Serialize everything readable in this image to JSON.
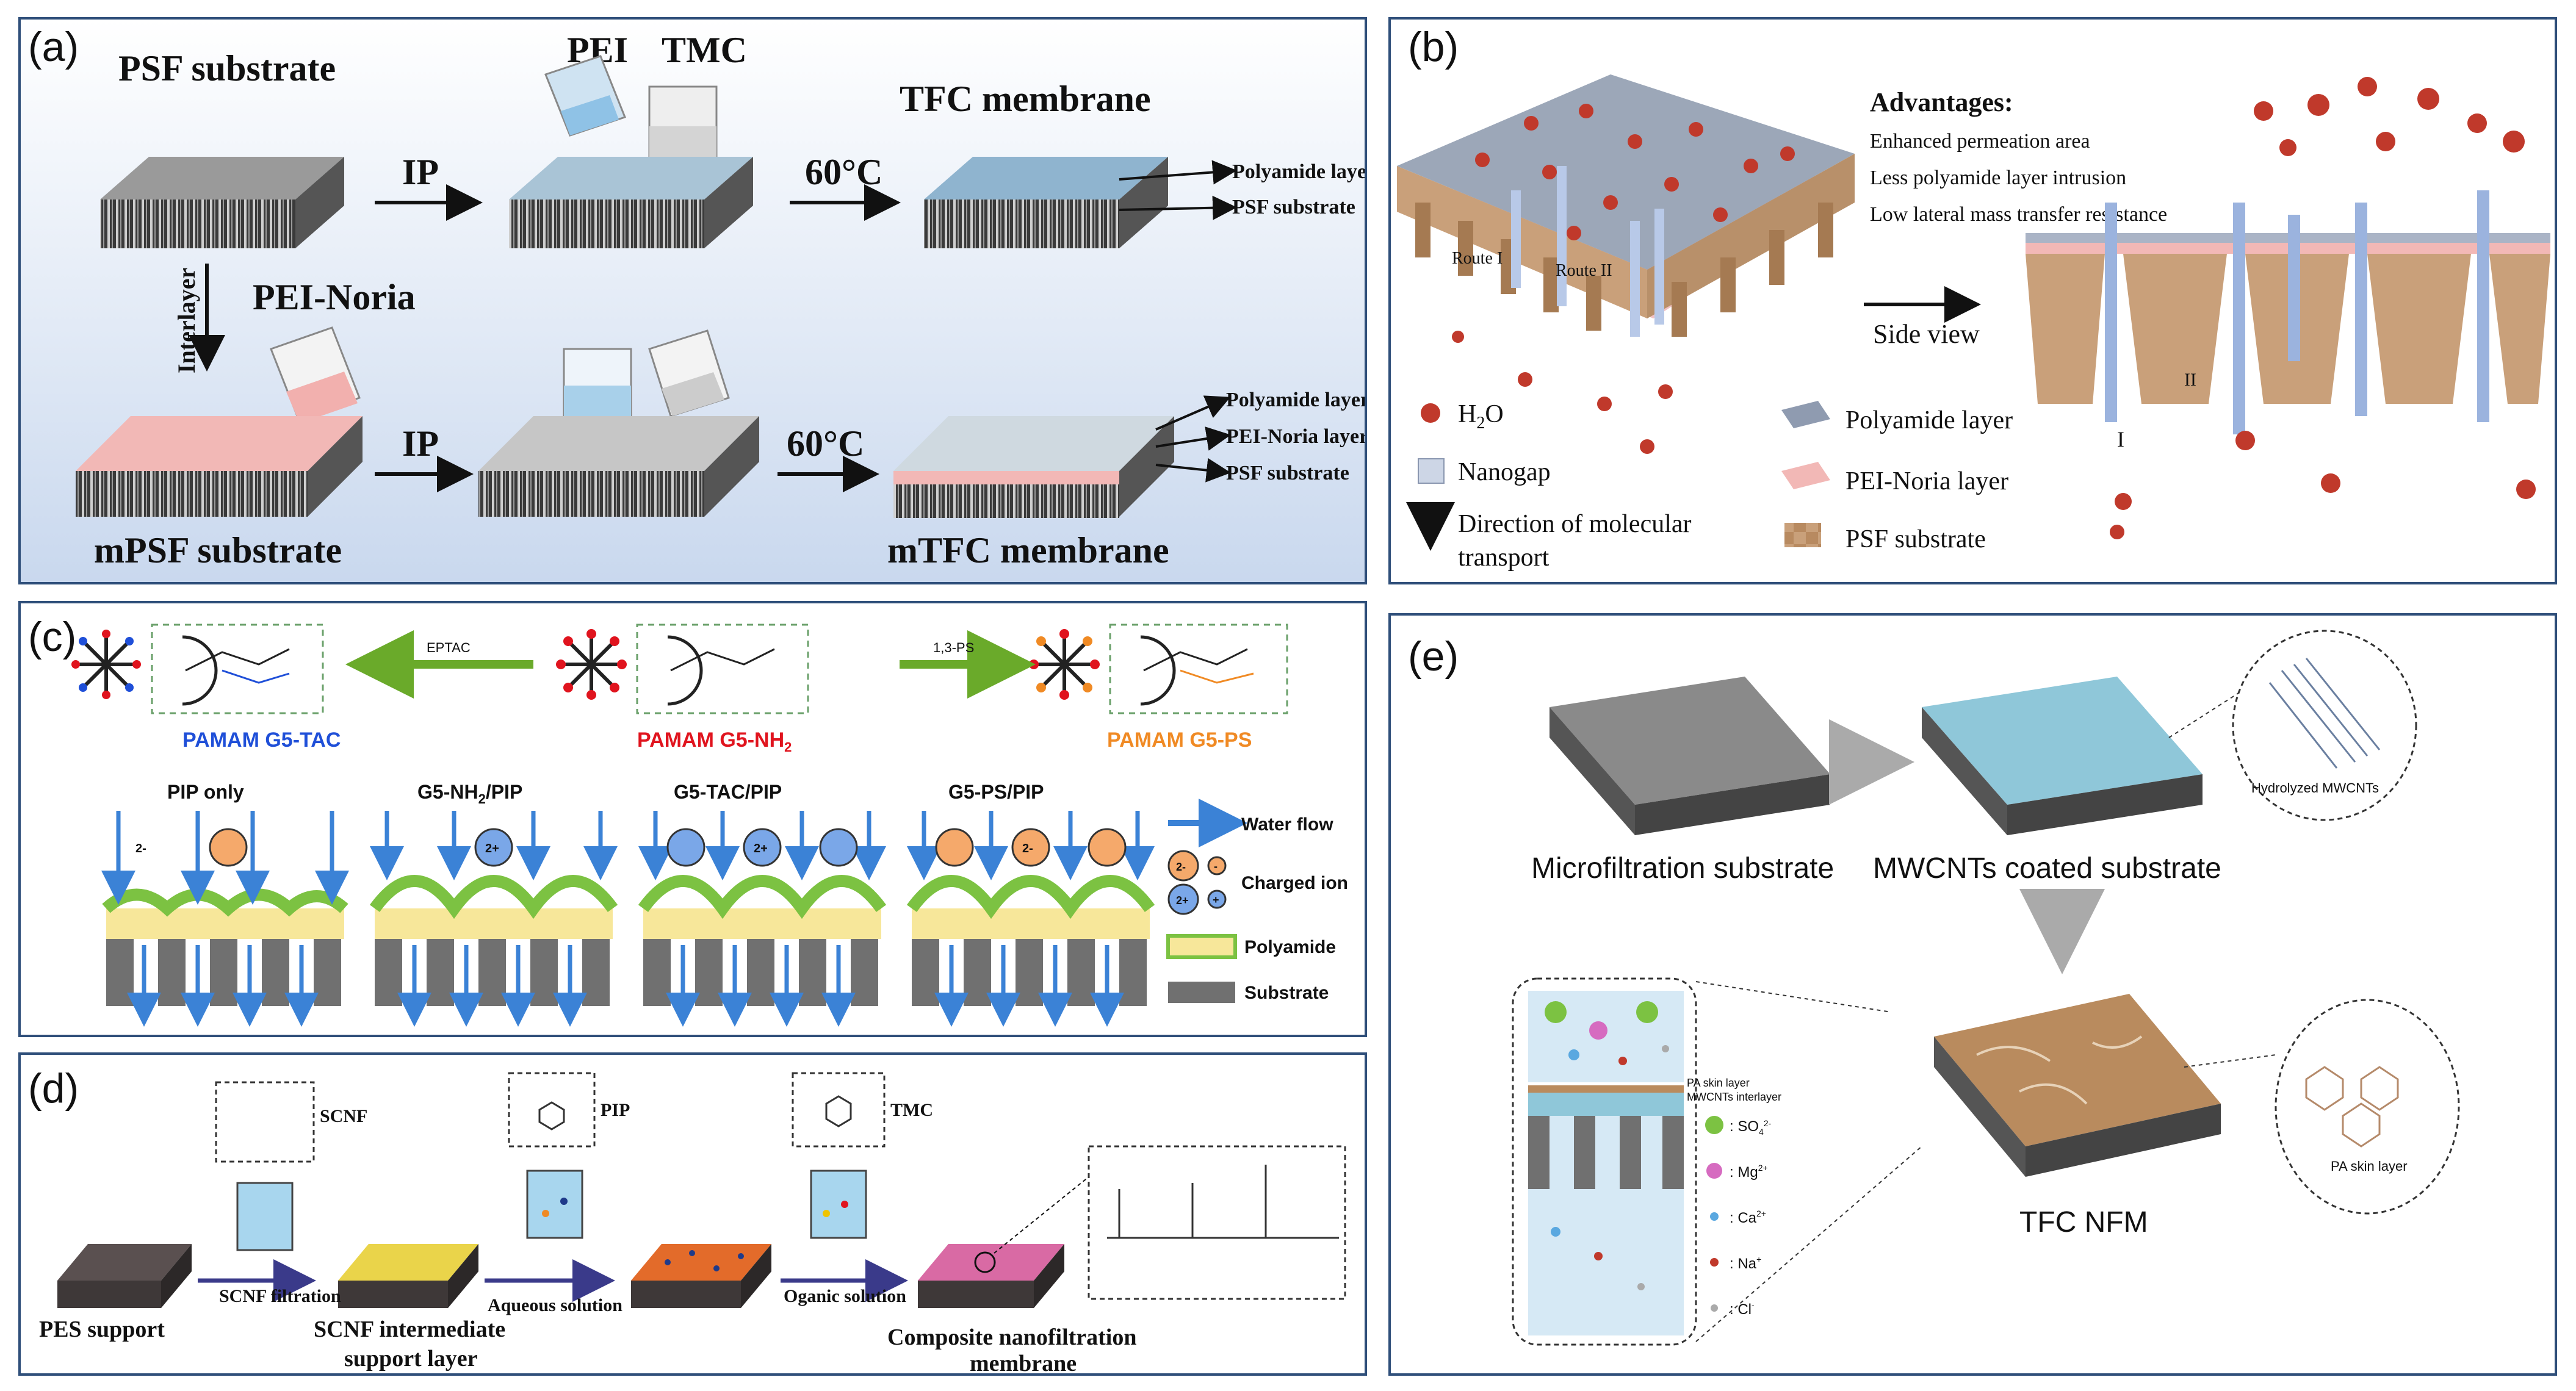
{
  "colors": {
    "panel_border": "#2f4f7a",
    "psf_gray": "#8a8a8a",
    "polyamide_blue": "#8fb4cf",
    "pei_noria_pink": "#f2b8b6",
    "substrate_tan": "#c9a07a",
    "water_red": "#c0392b",
    "water_arrow": "#5b9bd5",
    "green_arrow": "#6aaa2a",
    "pamam_tac": "#1f4fd8",
    "pamam_nh2": "#e0141e",
    "pamam_ps": "#f08a24",
    "polyamide_green": "#7cc242",
    "polyamide_yellow": "#f7e79a",
    "substrate_dark": "#707070",
    "mwcnt_blue": "#8fc7d9",
    "pa_brown": "#b98b5e"
  },
  "panel_a": {
    "label": "(a)",
    "psf_substrate": "PSF substrate",
    "pei": "PEI",
    "tmc": "TMC",
    "tfc_membrane": "TFC membrane",
    "ip_top": "IP",
    "temp_top": "60°C",
    "polyamide_layer_top": "Polyamide layer",
    "psf_substrate_top": "PSF substrate",
    "interlayer": "Interlayer",
    "pei_noria": "PEI-Noria",
    "ip_bottom": "IP",
    "temp_bottom": "60°C",
    "polyamide_layer_bottom": "Polyamide layer",
    "pei_noria_layer": "PEI-Noria layer",
    "psf_substrate_bottom": "PSF substrate",
    "mpsf_substrate": "mPSF substrate",
    "mtfc_membrane": "mTFC membrane"
  },
  "panel_b": {
    "label": "(b)",
    "advantages_title": "Advantages:",
    "advantage_1": "Enhanced permeation area",
    "advantage_2": "Less polyamide layer intrusion",
    "advantage_3": "Low lateral mass transfer resistance",
    "route_1": "Route I",
    "route_2": "Route II",
    "side_view": "Side view",
    "legend_water": "H",
    "legend_water_sub": "2",
    "legend_water_end": "O",
    "legend_nanogap": "Nanogap",
    "legend_direction_1": "Direction of molecular",
    "legend_direction_2": "transport",
    "legend_polyamide": "Polyamide layer",
    "legend_pei_noria": "PEI-Noria layer",
    "legend_psf": "PSF substrate",
    "mark_1": "I",
    "mark_2": "II"
  },
  "panel_c": {
    "label": "(c)",
    "eptac": "EPTAC",
    "ps13": "1,3-PS",
    "pamam_tac": "PAMAM G5-TAC",
    "pamam_nh2_a": "PAMAM G5-NH",
    "pamam_nh2_sub": "2",
    "pamam_ps": "PAMAM G5-PS",
    "pip_only": "PIP only",
    "g5nh2_pip_a": "G5-NH",
    "g5nh2_pip_sub": "2",
    "g5nh2_pip_b": "/PIP",
    "g5tac_pip": "G5-TAC/PIP",
    "g5ps_pip": "G5-PS/PIP",
    "water_flow": "Water flow",
    "charged_ion": "Charged ion",
    "polyamide": "Polyamide",
    "substrate": "Substrate",
    "ion_2minus": "2-",
    "ion_2plus": "2+",
    "ion_minus": "-",
    "ion_plus": "+"
  },
  "panel_d": {
    "label": "(d)",
    "scnf": "SCNF",
    "pip": "PIP",
    "tmc": "TMC",
    "scnf_filtration": "SCNF filtration",
    "aqueous_solution": "Aqueous solution",
    "oganic_solution": "Oganic solution",
    "pes_support": "PES support",
    "scnf_intermediate_1": "SCNF intermediate",
    "scnf_intermediate_2": "support layer",
    "composite_1": "Composite nanofiltration",
    "composite_2": "membrane"
  },
  "panel_e": {
    "label": "(e)",
    "microfiltration_substrate": "Microfiltration substrate",
    "mwcnts_coated_substrate": "MWCNTs coated substrate",
    "hydrolyzed_mwcnts": "Hydrolyzed MWCNTs",
    "pa_skin_layer_label": "PA skin layer",
    "mwcnts_interlayer": "MWCNTs interlayer",
    "ion_so4": ": SO",
    "ion_so4_sup": "4",
    "ion_so4_end": "2-",
    "ion_mg": ": Mg",
    "ion_mg_sup": "2+",
    "ion_ca": ": Ca",
    "ion_ca_sup": "2+",
    "ion_na": ": Na",
    "ion_na_sup": "+",
    "ion_cl": ": Cl",
    "ion_cl_sup": "-",
    "tfc_nfm": "TFC NFM",
    "pa_skin_layer": "PA skin layer"
  }
}
